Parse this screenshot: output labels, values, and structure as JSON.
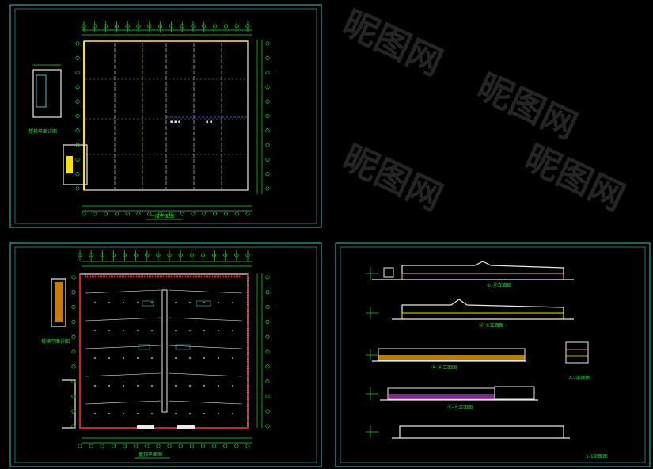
{
  "watermark": {
    "text": "昵图网",
    "color": "#6a6a6a"
  },
  "colors": {
    "background": "#000000",
    "frame": "#3fc4c4",
    "dimension": "#1fdc2a",
    "wall": "#e8e8e8",
    "accent_yellow": "#ffe000",
    "accent_red": "#ff2020",
    "accent_magenta": "#ff40ff"
  },
  "panels": [
    {
      "id": "ground-floor-plan",
      "title": "一层平面图",
      "detail_title": "楼梯平面详图"
    },
    {
      "id": "roof-plan",
      "title": "屋顶平面图",
      "detail_title": "楼梯平面详图"
    },
    {
      "id": "elevations",
      "titles": [
        "①-⑯立面图",
        "⑯-①立面图",
        "Ⓐ-Ⓚ立面图",
        "Ⓚ-Ⓐ立面图",
        "1-1剖面图",
        "2-2剖面图"
      ]
    }
  ]
}
